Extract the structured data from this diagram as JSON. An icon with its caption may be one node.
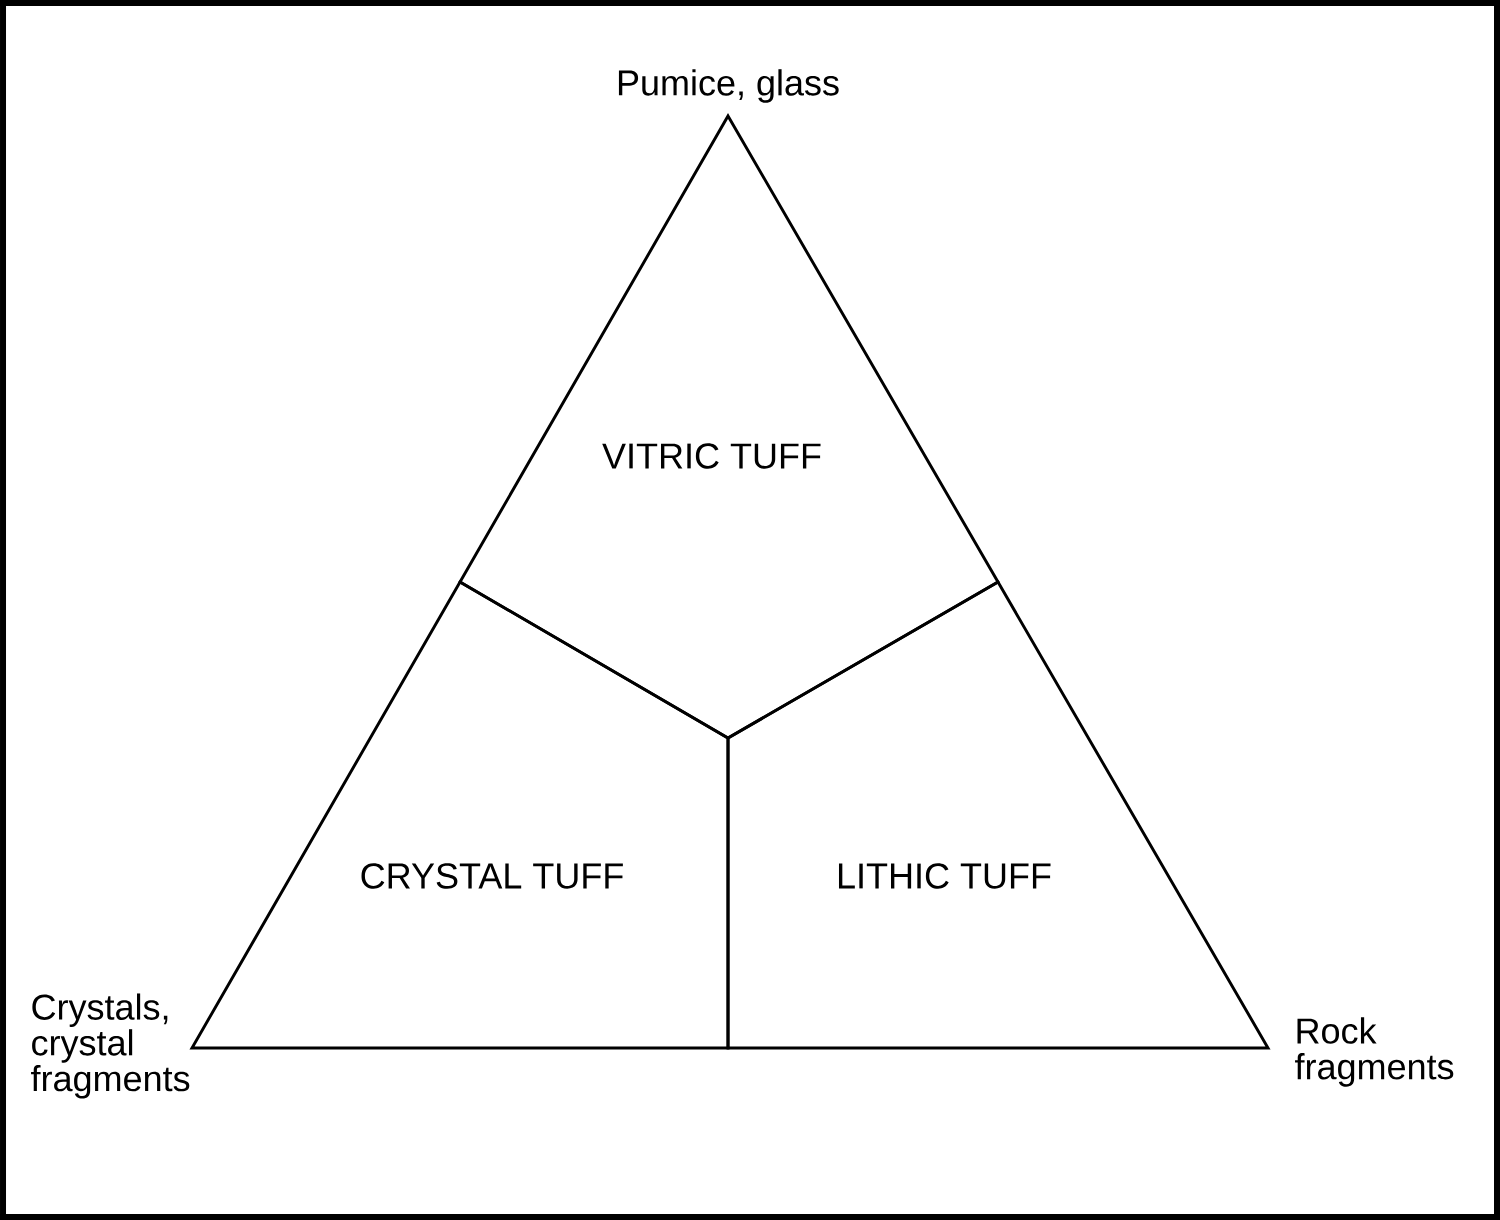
{
  "diagram": {
    "nodes": [
      {
        "text": [
          "VITRIC TUFF"
        ]
      },
      {
        "text": [
          "CRYSTAL TUFF"
        ]
      },
      {
        "text": [
          "LITHIC TUFF"
        ]
      }
    ],
    "labels": [
      "Pumice, glass",
      "Crystals, crystal fragments",
      "Rock fragments"
    ]
  }
}
